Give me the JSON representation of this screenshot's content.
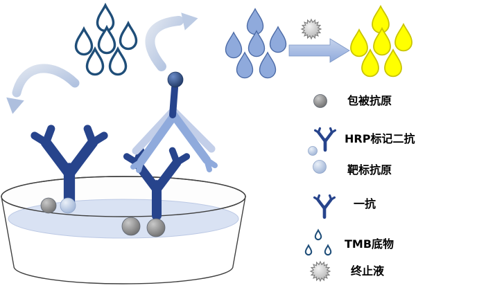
{
  "diagram": {
    "legend": {
      "items": [
        {
          "icon": "coated-antigen-sphere-icon",
          "label": "包被抗原"
        },
        {
          "icon": "hrp-secondary-antibody-icon",
          "label": "HRP标记二抗"
        },
        {
          "icon": "target-antigen-sphere-icon",
          "label": "靶标抗原"
        },
        {
          "icon": "primary-antibody-icon",
          "label": "一抗"
        },
        {
          "icon": "tmb-substrate-droplets-icon",
          "label": "TMB底物"
        },
        {
          "icon": "stop-solution-burst-icon",
          "label": "终止液"
        }
      ]
    },
    "colors": {
      "primary_antibody_navy": "#27448C",
      "secondary_antibody_blue": "#8FAADC",
      "secondary_antibody_pale": "#C3CFE9",
      "tmb_droplet_outline": "#1F4E79",
      "substrate_droplet_fill": "#8FAADC",
      "product_droplet_yellow": "#FFFF00",
      "antigen_sphere_gray": "#6F6F6F",
      "target_antigen_pale_blue": "#9FB4D6",
      "hrp_sphere_navy": "#1F3864",
      "stop_solution_gray": "#ABABAB",
      "well_liquid_blue": "#D9E2F3",
      "arrow_blue": "#9DB3D8"
    }
  }
}
